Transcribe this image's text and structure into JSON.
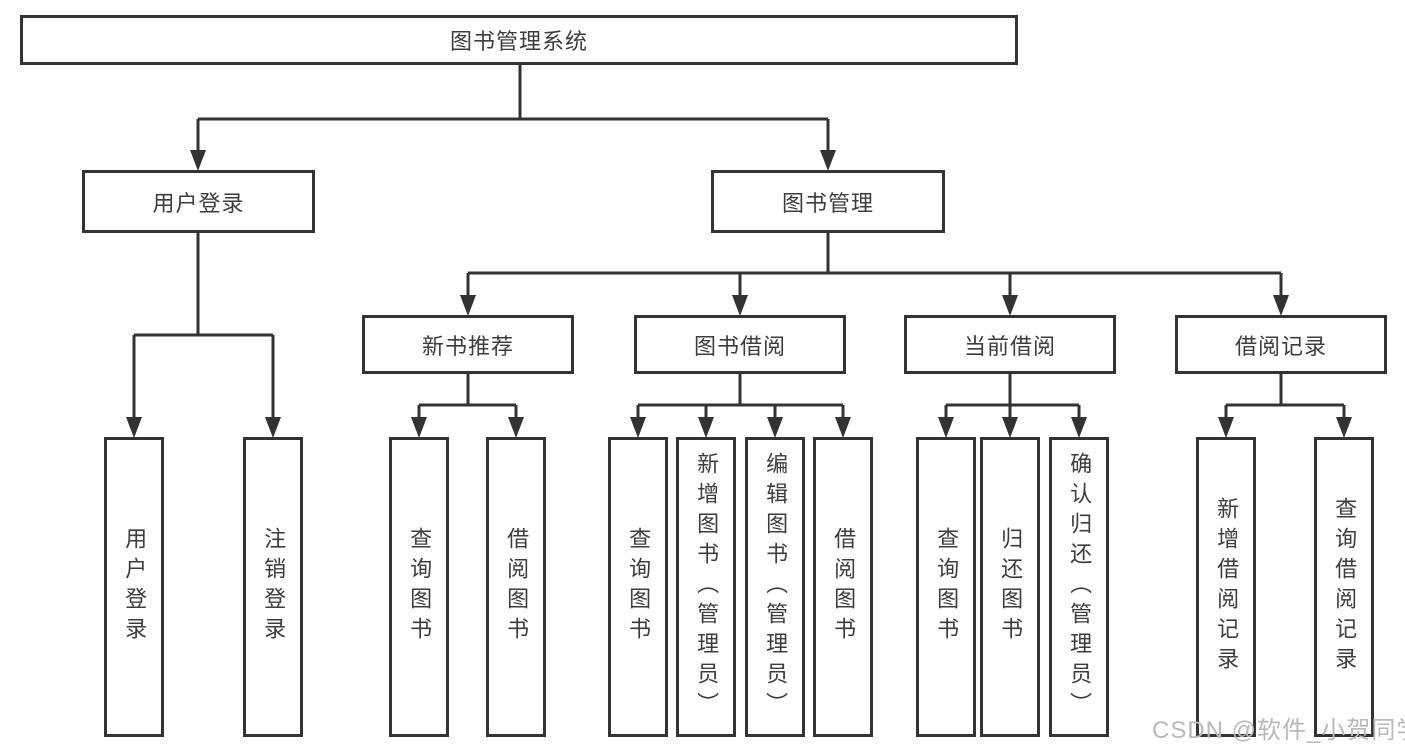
{
  "diagram": {
    "type": "hierarchy-tree",
    "tree": {
      "root": {
        "label": "图书管理系统"
      },
      "level2": [
        {
          "label": "用户登录",
          "leaves": [
            "用户登录",
            "注销登录"
          ]
        },
        {
          "label": "图书管理"
        }
      ],
      "level3": [
        {
          "label": "新书推荐",
          "leaves": [
            "查询图书",
            "借阅图书"
          ]
        },
        {
          "label": "图书借阅",
          "leaves": [
            "查询图书",
            "新增图书（管理员）",
            "编辑图书（管理员）",
            "借阅图书"
          ]
        },
        {
          "label": "当前借阅",
          "leaves": [
            "查询图书",
            "归还图书",
            "确认归还（管理员）"
          ]
        },
        {
          "label": "借阅记录",
          "leaves": [
            "新增借阅记录",
            "查询借阅记录"
          ]
        }
      ]
    },
    "colors": {
      "line": "#333333",
      "box_border": "#333333",
      "box_background": "#ffffff",
      "text": "#3d3d3d",
      "page_background": "#ffffff",
      "watermark": "#b9b9b9"
    }
  },
  "watermark": {
    "text": "CSDN @软件_小贺同学"
  }
}
